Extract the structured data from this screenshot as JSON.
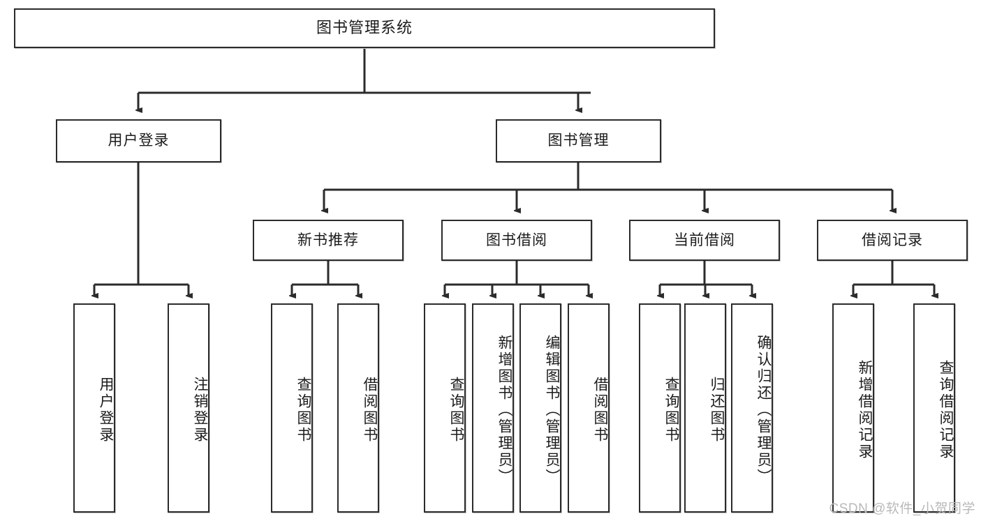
{
  "diagram": {
    "title": "图书管理系统",
    "watermark": "CSDN @软件_小贺同学",
    "colors": {
      "border": "#2b2b2b",
      "background": "#ffffff",
      "text": "#1b1b1b",
      "watermark": "#b9b9b9"
    },
    "root": {
      "id": "root",
      "label": "图书管理系统"
    },
    "level1": [
      {
        "id": "user-login",
        "label": "用户登录"
      },
      {
        "id": "book-management",
        "label": "图书管理"
      }
    ],
    "level2": [
      {
        "id": "new-book-recommend",
        "label": "新书推荐",
        "parent": "book-management"
      },
      {
        "id": "book-borrow",
        "label": "图书借阅",
        "parent": "book-management"
      },
      {
        "id": "current-borrow",
        "label": "当前借阅",
        "parent": "book-management"
      },
      {
        "id": "borrow-record",
        "label": "借阅记录",
        "parent": "book-management"
      }
    ],
    "leaves": [
      {
        "id": "leaf-user-login",
        "label": "用户登录",
        "parent": "user-login"
      },
      {
        "id": "leaf-logout-login",
        "label": "注销登录",
        "parent": "user-login"
      },
      {
        "id": "leaf-query-book-1",
        "label": "查询图书",
        "parent": "new-book-recommend"
      },
      {
        "id": "leaf-borrow-book-1",
        "label": "借阅图书",
        "parent": "new-book-recommend"
      },
      {
        "id": "leaf-query-book-2",
        "label": "查询图书",
        "parent": "book-borrow"
      },
      {
        "id": "leaf-add-book",
        "label": "新增图书（管理员）",
        "parent": "book-borrow"
      },
      {
        "id": "leaf-edit-book",
        "label": "编辑图书（管理员）",
        "parent": "book-borrow"
      },
      {
        "id": "leaf-borrow-book-2",
        "label": "借阅图书",
        "parent": "book-borrow"
      },
      {
        "id": "leaf-query-book-3",
        "label": "查询图书",
        "parent": "current-borrow"
      },
      {
        "id": "leaf-return-book",
        "label": "归还图书",
        "parent": "current-borrow"
      },
      {
        "id": "leaf-confirm-return",
        "label": "确认归还（管理员）",
        "parent": "current-borrow"
      },
      {
        "id": "leaf-add-record",
        "label": "新增借阅记录",
        "parent": "borrow-record"
      },
      {
        "id": "leaf-query-record",
        "label": "查询借阅记录",
        "parent": "borrow-record"
      }
    ]
  }
}
